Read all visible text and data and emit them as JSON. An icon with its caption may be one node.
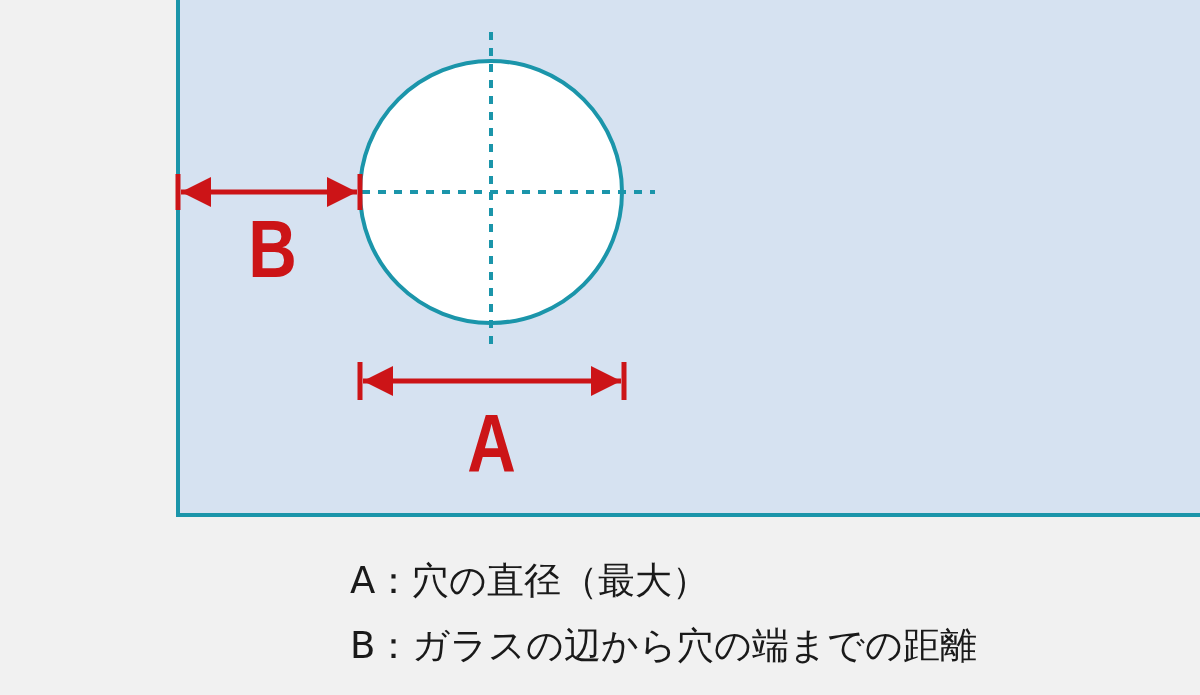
{
  "diagram": {
    "labels": [
      "B",
      "A",
      "A：穴の直径（最大）",
      "B：ガラスの辺から穴の端までの距離"
    ]
  }
}
